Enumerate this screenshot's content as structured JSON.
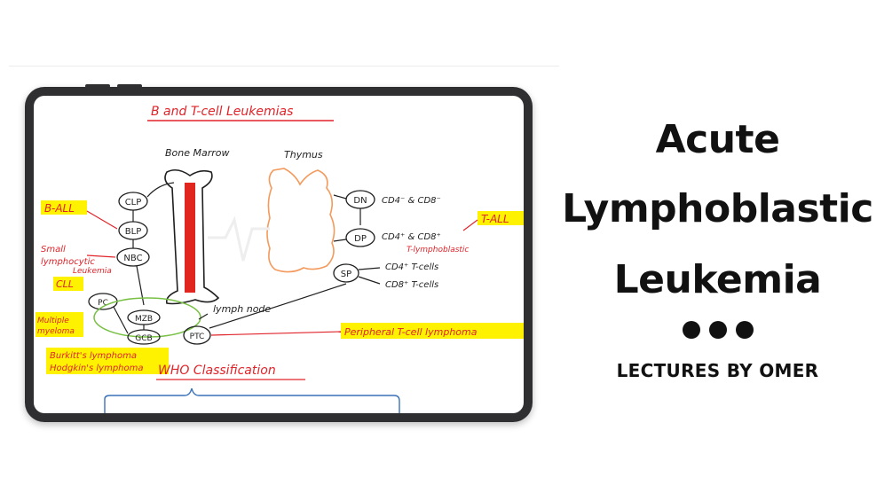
{
  "title": {
    "line1": "Acute",
    "line2": "Lymphoblastic",
    "line3": "Leukemia"
  },
  "byline": "LECTURES BY OMER",
  "colors": {
    "ink": "#111111",
    "handwriting": "#1f1f1f",
    "red_note": "#e0242a",
    "highlight": "#fff200",
    "bone": "#e0261f",
    "thymus": "#f39a5c",
    "green_ring": "#77c043",
    "blue_bracket": "#3a72b8",
    "frame": "#2f2f31"
  },
  "slide": {
    "heading": "B and T-cell Leukemias",
    "bone_marrow_label": "Bone Marrow",
    "thymus_label": "Thymus",
    "nodes": {
      "clp": "CLP",
      "blp": "BLP",
      "nbc": "NBC",
      "pc": "PC",
      "mzb": "MZB",
      "gcb": "GCB",
      "ptc": "PTC",
      "dn": "DN",
      "dp": "DP",
      "sp": "SP"
    },
    "dn_text": "CD4⁻ & CD8⁻",
    "dp_text": "CD4⁺ & CD8⁺",
    "dp_sub": "T-lymphoblastic",
    "sp_text1": "CD4⁺ T-cells",
    "sp_text2": "CD8⁺ T-cells",
    "t_all": "T-ALL",
    "b_all": "B-ALL",
    "small_lymph_1": "Small",
    "small_lymph_2": "lymphocytic",
    "small_lymph_3": "Leukemia",
    "cll": "CLL",
    "multiple_1": "Multiple",
    "multiple_2": "myeloma",
    "burkitt": "Burkitt's lymphoma",
    "hodgkin": "Hodgkin's lymphoma",
    "lymph_node": "lymph node",
    "peripheral": "Peripheral T-cell lymphoma",
    "who": "WHO Classification"
  }
}
